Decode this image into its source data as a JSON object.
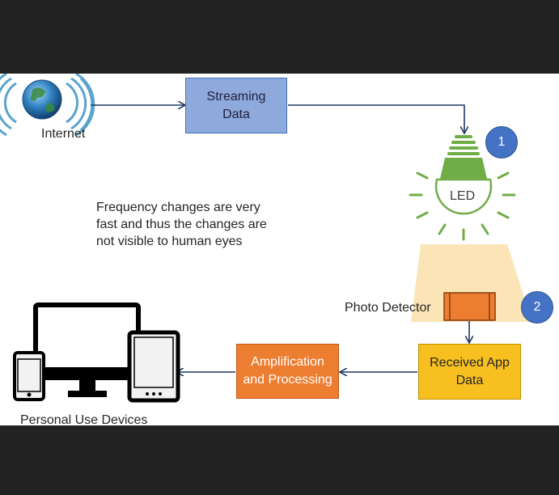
{
  "labels": {
    "internet": "Internet",
    "streaming_data": "Streaming\nData",
    "led": "LED",
    "badge_1": "1",
    "badge_2": "2",
    "photo_detector": "Photo Detector",
    "frequency_note": "Frequency changes are very\nfast and thus the changes are\nnot visible to human eyes",
    "received_app_data": "Received App\nData",
    "amplification": "Amplification\nand Processing",
    "personal_devices": "Personal Use Devices"
  },
  "colors": {
    "background_outer": "#222222",
    "canvas": "#ffffff",
    "arrow": "#1f3864",
    "streaming_box": "#8ea9db",
    "amplification_box": "#ed7d31",
    "received_box": "#f7bf1f",
    "badge": "#4472c4",
    "led_green": "#70ad47",
    "light_beam": "#fbe5b6",
    "photo_detector": "#ed7d31"
  },
  "icons": [
    "globe-icon",
    "wifi-waves-icon",
    "led-bulb-icon",
    "photo-detector-icon",
    "monitor-icon",
    "phone-icon",
    "tablet-icon"
  ]
}
